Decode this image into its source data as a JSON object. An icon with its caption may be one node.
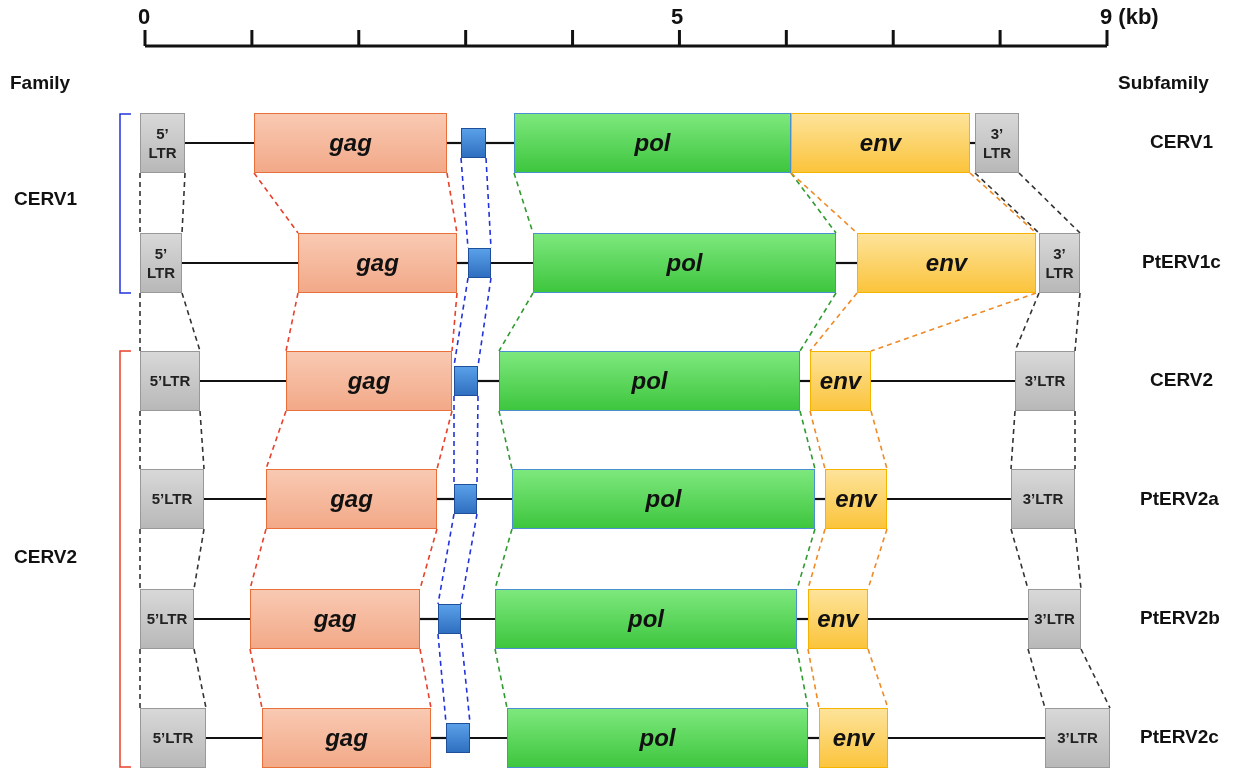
{
  "diagram": {
    "nodes": [
      {
        "text": [
          "5’ LTR"
        ]
      },
      {
        "text": [
          "gag"
        ]
      },
      {
        "text": [],
        "shape": "box"
      },
      {
        "text": [
          "pol"
        ]
      },
      {
        "text": [
          "env"
        ]
      },
      {
        "text": [
          "3’ LTR"
        ]
      },
      {
        "text": [
          "5’ LTR"
        ]
      },
      {
        "text": [
          "gag"
        ]
      },
      {
        "text": [],
        "shape": "box"
      },
      {
        "text": [
          "pol"
        ]
      },
      {
        "text": [
          "env"
        ]
      },
      {
        "text": [
          "3’ LTR"
        ]
      },
      {
        "text": [
          "5’LTR"
        ]
      },
      {
        "text": [
          "gag"
        ]
      },
      {
        "text": [],
        "shape": "box"
      },
      {
        "text": [
          "pol"
        ]
      },
      {
        "text": [
          "env"
        ]
      },
      {
        "text": [
          "3’LTR"
        ]
      },
      {
        "text": [
          "5’LTR"
        ]
      },
      {
        "text": [
          "gag"
        ]
      },
      {
        "text": [],
        "shape": "box"
      },
      {
        "text": [
          "pol"
        ]
      },
      {
        "text": [
          "env"
        ]
      },
      {
        "text": [
          "3’LTR"
        ]
      },
      {
        "text": [
          "5’LTR"
        ]
      },
      {
        "text": [
          "gag"
        ]
      },
      {
        "text": [],
        "shape": "box"
      },
      {
        "text": [
          "pol"
        ]
      },
      {
        "text": [
          "env"
        ]
      },
      {
        "text": [
          "3’LTR"
        ]
      },
      {
        "text": [
          "5’LTR"
        ]
      },
      {
        "text": [
          "gag"
        ]
      },
      {
        "text": [],
        "shape": "box"
      },
      {
        "text": [
          "pol"
        ]
      },
      {
        "text": [
          "env"
        ]
      },
      {
        "text": [
          "3’LTR"
        ]
      }
    ],
    "edges": [
      {
        "from": 0,
        "to": 1,
        "arrow": "none"
      },
      {
        "from": 1,
        "to": 2,
        "arrow": "none"
      },
      {
        "from": 2,
        "to": 3,
        "arrow": "none"
      },
      {
        "from": 4,
        "to": 5,
        "arrow": "none"
      },
      {
        "from": 6,
        "to": 7,
        "arrow": "none"
      },
      {
        "from": 7,
        "to": 8,
        "arrow": "none"
      },
      {
        "from": 8,
        "to": 9,
        "arrow": "none"
      },
      {
        "from": 9,
        "to": 10,
        "arrow": "none"
      },
      {
        "from": 12,
        "to": 13,
        "arrow": "none"
      },
      {
        "from": 14,
        "to": 15,
        "arrow": "none"
      },
      {
        "from": 15,
        "to": 16,
        "arrow": "none"
      },
      {
        "from": 16,
        "to": 17,
        "arrow": "none"
      },
      {
        "from": 18,
        "to": 19,
        "arrow": "none"
      },
      {
        "from": 19,
        "to": 20,
        "arrow": "none"
      },
      {
        "from": 20,
        "to": 21,
        "arrow": "none"
      },
      {
        "from": 21,
        "to": 22,
        "arrow": "none"
      },
      {
        "from": 22,
        "to": 23,
        "arrow": "none"
      },
      {
        "from": 24,
        "to": 25,
        "arrow": "none"
      },
      {
        "from": 25,
        "to": 26,
        "arrow": "none"
      },
      {
        "from": 26,
        "to": 27,
        "arrow": "none"
      },
      {
        "from": 27,
        "to": 28,
        "arrow": "none"
      },
      {
        "from": 28,
        "to": 29,
        "arrow": "none"
      },
      {
        "from": 30,
        "to": 31,
        "arrow": "none"
      },
      {
        "from": 31,
        "to": 32,
        "arrow": "none"
      },
      {
        "from": 32,
        "to": 33,
        "arrow": "none"
      },
      {
        "from": 33,
        "to": 34,
        "arrow": "none"
      },
      {
        "from": 34,
        "to": 35,
        "arrow": "none"
      },
      {
        "from": 0,
        "to": 6,
        "arrow": "none",
        "style": "dashed",
        "color": "#333333"
      },
      {
        "from": 0,
        "to": 6,
        "arrow": "none",
        "style": "dashed",
        "color": "#333333"
      },
      {
        "from": 1,
        "to": 7,
        "arrow": "none",
        "style": "dashed",
        "color": "#e8402a"
      },
      {
        "from": 1,
        "to": 7,
        "arrow": "none",
        "style": "dashed",
        "color": "#e8402a"
      },
      {
        "from": 2,
        "to": 8,
        "arrow": "none",
        "style": "dashed",
        "color": "#2233dd"
      },
      {
        "from": 2,
        "to": 8,
        "arrow": "none",
        "style": "dashed",
        "color": "#2233dd"
      },
      {
        "from": 3,
        "to": 9,
        "arrow": "none",
        "style": "dashed",
        "color": "#2e9b2e"
      },
      {
        "from": 3,
        "to": 9,
        "arrow": "none",
        "style": "dashed",
        "color": "#2e9b2e"
      },
      {
        "from": 4,
        "to": 10,
        "arrow": "none",
        "style": "dashed",
        "color": "#f08a24"
      },
      {
        "from": 4,
        "to": 10,
        "arrow": "none",
        "style": "dashed",
        "color": "#f08a24"
      },
      {
        "from": 5,
        "to": 11,
        "arrow": "none",
        "style": "dashed",
        "color": "#333333"
      },
      {
        "from": 5,
        "to": 11,
        "arrow": "none",
        "style": "dashed",
        "color": "#333333"
      },
      {
        "from": 6,
        "to": 12,
        "arrow": "none",
        "style": "dashed",
        "color": "#333333"
      },
      {
        "from": 6,
        "to": 12,
        "arrow": "none",
        "style": "dashed",
        "color": "#333333"
      },
      {
        "from": 7,
        "to": 13,
        "arrow": "none",
        "style": "dashed",
        "color": "#e8402a"
      },
      {
        "from": 7,
        "to": 13,
        "arrow": "none",
        "style": "dashed",
        "color": "#e8402a"
      },
      {
        "from": 8,
        "to": 14,
        "arrow": "none",
        "style": "dashed",
        "color": "#2233dd"
      },
      {
        "from": 8,
        "to": 14,
        "arrow": "none",
        "style": "dashed",
        "color": "#2233dd"
      },
      {
        "from": 9,
        "to": 15,
        "arrow": "none",
        "style": "dashed",
        "color": "#2e9b2e"
      },
      {
        "from": 9,
        "to": 15,
        "arrow": "none",
        "style": "dashed",
        "color": "#2e9b2e"
      },
      {
        "from": 10,
        "to": 16,
        "arrow": "none",
        "style": "dashed",
        "color": "#f08a24"
      },
      {
        "from": 10,
        "to": 16,
        "arrow": "none",
        "style": "dashed",
        "color": "#f08a24"
      },
      {
        "from": 11,
        "to": 17,
        "arrow": "none",
        "style": "dashed",
        "color": "#333333"
      },
      {
        "from": 11,
        "to": 17,
        "arrow": "none",
        "style": "dashed",
        "color": "#333333"
      },
      {
        "from": 12,
        "to": 18,
        "arrow": "none",
        "style": "dashed",
        "color": "#333333"
      },
      {
        "from": 12,
        "to": 18,
        "arrow": "none",
        "style": "dashed",
        "color": "#333333"
      },
      {
        "from": 13,
        "to": 19,
        "arrow": "none",
        "style": "dashed",
        "color": "#e8402a"
      },
      {
        "from": 13,
        "to": 19,
        "arrow": "none",
        "style": "dashed",
        "color": "#e8402a"
      },
      {
        "from": 14,
        "to": 20,
        "arrow": "none",
        "style": "dashed",
        "color": "#2233dd"
      },
      {
        "from": 14,
        "to": 20,
        "arrow": "none",
        "style": "dashed",
        "color": "#2233dd"
      },
      {
        "from": 15,
        "to": 21,
        "arrow": "none",
        "style": "dashed",
        "color": "#2e9b2e"
      },
      {
        "from": 15,
        "to": 21,
        "arrow": "none",
        "style": "dashed",
        "color": "#2e9b2e"
      },
      {
        "from": 16,
        "to": 22,
        "arrow": "none",
        "style": "dashed",
        "color": "#f08a24"
      },
      {
        "from": 16,
        "to": 22,
        "arrow": "none",
        "style": "dashed",
        "color": "#f08a24"
      },
      {
        "from": 17,
        "to": 23,
        "arrow": "none",
        "style": "dashed",
        "color": "#333333"
      },
      {
        "from": 17,
        "to": 23,
        "arrow": "none",
        "style": "dashed",
        "color": "#333333"
      },
      {
        "from": 18,
        "to": 24,
        "arrow": "none",
        "style": "dashed",
        "color": "#333333"
      },
      {
        "from": 18,
        "to": 24,
        "arrow": "none",
        "style": "dashed",
        "color": "#333333"
      },
      {
        "from": 19,
        "to": 25,
        "arrow": "none",
        "style": "dashed",
        "color": "#e8402a"
      },
      {
        "from": 19,
        "to": 25,
        "arrow": "none",
        "style": "dashed",
        "color": "#e8402a"
      },
      {
        "from": 20,
        "to": 26,
        "arrow": "none",
        "style": "dashed",
        "color": "#2233dd"
      },
      {
        "from": 20,
        "to": 26,
        "arrow": "none",
        "style": "dashed",
        "color": "#2233dd"
      },
      {
        "from": 21,
        "to": 27,
        "arrow": "none",
        "style": "dashed",
        "color": "#2e9b2e"
      },
      {
        "from": 21,
        "to": 27,
        "arrow": "none",
        "style": "dashed",
        "color": "#2e9b2e"
      },
      {
        "from": 22,
        "to": 28,
        "arrow": "none",
        "style": "dashed",
        "color": "#f08a24"
      },
      {
        "from": 22,
        "to": 28,
        "arrow": "none",
        "style": "dashed",
        "color": "#f08a24"
      },
      {
        "from": 23,
        "to": 29,
        "arrow": "none",
        "style": "dashed",
        "color": "#333333"
      },
      {
        "from": 23,
        "to": 29,
        "arrow": "none",
        "style": "dashed",
        "color": "#333333"
      },
      {
        "from": 24,
        "to": 30,
        "arrow": "none",
        "style": "dashed",
        "color": "#333333"
      },
      {
        "from": 24,
        "to": 30,
        "arrow": "none",
        "style": "dashed",
        "color": "#333333"
      },
      {
        "from": 25,
        "to": 31,
        "arrow": "none",
        "style": "dashed",
        "color": "#e8402a"
      },
      {
        "from": 25,
        "to": 31,
        "arrow": "none",
        "style": "dashed",
        "color": "#e8402a"
      },
      {
        "from": 26,
        "to": 32,
        "arrow": "none",
        "style": "dashed",
        "color": "#2233dd"
      },
      {
        "from": 26,
        "to": 32,
        "arrow": "none",
        "style": "dashed",
        "color": "#2233dd"
      },
      {
        "from": 27,
        "to": 33,
        "arrow": "none",
        "style": "dashed",
        "color": "#2e9b2e"
      },
      {
        "from": 27,
        "to": 33,
        "arrow": "none",
        "style": "dashed",
        "color": "#2e9b2e"
      },
      {
        "from": 28,
        "to": 34,
        "arrow": "none",
        "style": "dashed",
        "color": "#f08a24"
      },
      {
        "from": 28,
        "to": 34,
        "arrow": "none",
        "style": "dashed",
        "color": "#f08a24"
      },
      {
        "from": 29,
        "to": 35,
        "arrow": "none",
        "style": "dashed",
        "color": "#333333"
      },
      {
        "from": 29,
        "to": 35,
        "arrow": "none",
        "style": "dashed",
        "color": "#333333"
      }
    ],
    "labels": [
      "0",
      "5",
      "9 (kb)",
      "Family",
      "Subfamily",
      "CERV1",
      "CERV1",
      "PtERV1c",
      "CERV2",
      "PtERV2a",
      "CERV2",
      "PtERV2b",
      "PtERV2c"
    ]
  }
}
